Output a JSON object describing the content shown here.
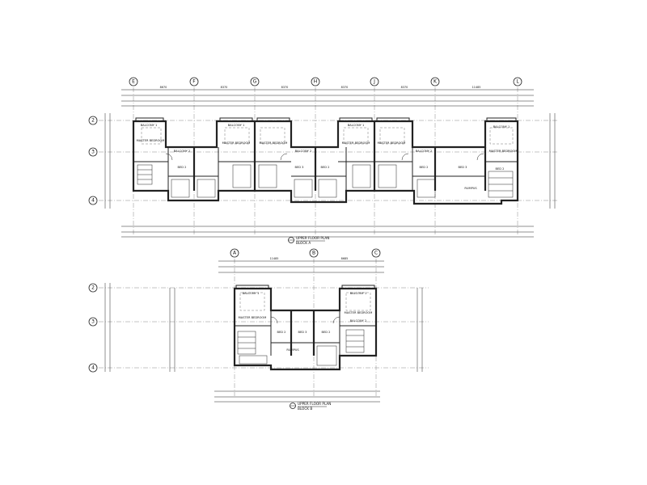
{
  "block_a": {
    "title": "UPPER FLOOR PLAN",
    "subtitle": "BLOCK A",
    "grid_columns": [
      "E",
      "F",
      "G",
      "H",
      "J",
      "K",
      "L"
    ],
    "grid_rows": [
      "2",
      "3",
      "4"
    ],
    "top_dimensions": [
      "8670",
      "8370",
      "8370",
      "8370",
      "8370",
      "11485"
    ],
    "rooms": [
      {
        "label": "BALCONY 1"
      },
      {
        "label": "MASTER BEDROOM"
      },
      {
        "label": "BALCONY 2"
      },
      {
        "label": "BED 2"
      },
      {
        "label": "BALCONY 1"
      },
      {
        "label": "MASTER BEDROOM"
      },
      {
        "label": "MASTER BEDROOM"
      },
      {
        "label": "BALCONY 2"
      },
      {
        "label": "BED 3"
      },
      {
        "label": "BED 2"
      },
      {
        "label": "BALCONY 1"
      },
      {
        "label": "MASTER BEDROOM"
      },
      {
        "label": "MASTER BEDROOM"
      },
      {
        "label": "BALCONY 2"
      },
      {
        "label": "BED 2"
      },
      {
        "label": "BED 3"
      },
      {
        "label": "BALCONY 1"
      },
      {
        "label": "MASTER BEDROOM"
      },
      {
        "label": "RUMPUS"
      },
      {
        "label": "BED 2"
      }
    ]
  },
  "block_b": {
    "title": "UPPER FLOOR PLAN",
    "subtitle": "BLOCK B",
    "grid_columns": [
      "A",
      "B",
      "C"
    ],
    "grid_rows": [
      "2",
      "3",
      "4"
    ],
    "top_dimensions": [
      "11485",
      "8685"
    ],
    "rooms": [
      {
        "label": "BALCONY 1"
      },
      {
        "label": "MASTER BEDROOM"
      },
      {
        "label": "BED 2"
      },
      {
        "label": "BED 3"
      },
      {
        "label": "RUMPUS"
      },
      {
        "label": "BALCONY 1"
      },
      {
        "label": "MASTER BEDROOM"
      },
      {
        "label": "BED 2"
      },
      {
        "label": "BALCONY 2"
      }
    ]
  }
}
